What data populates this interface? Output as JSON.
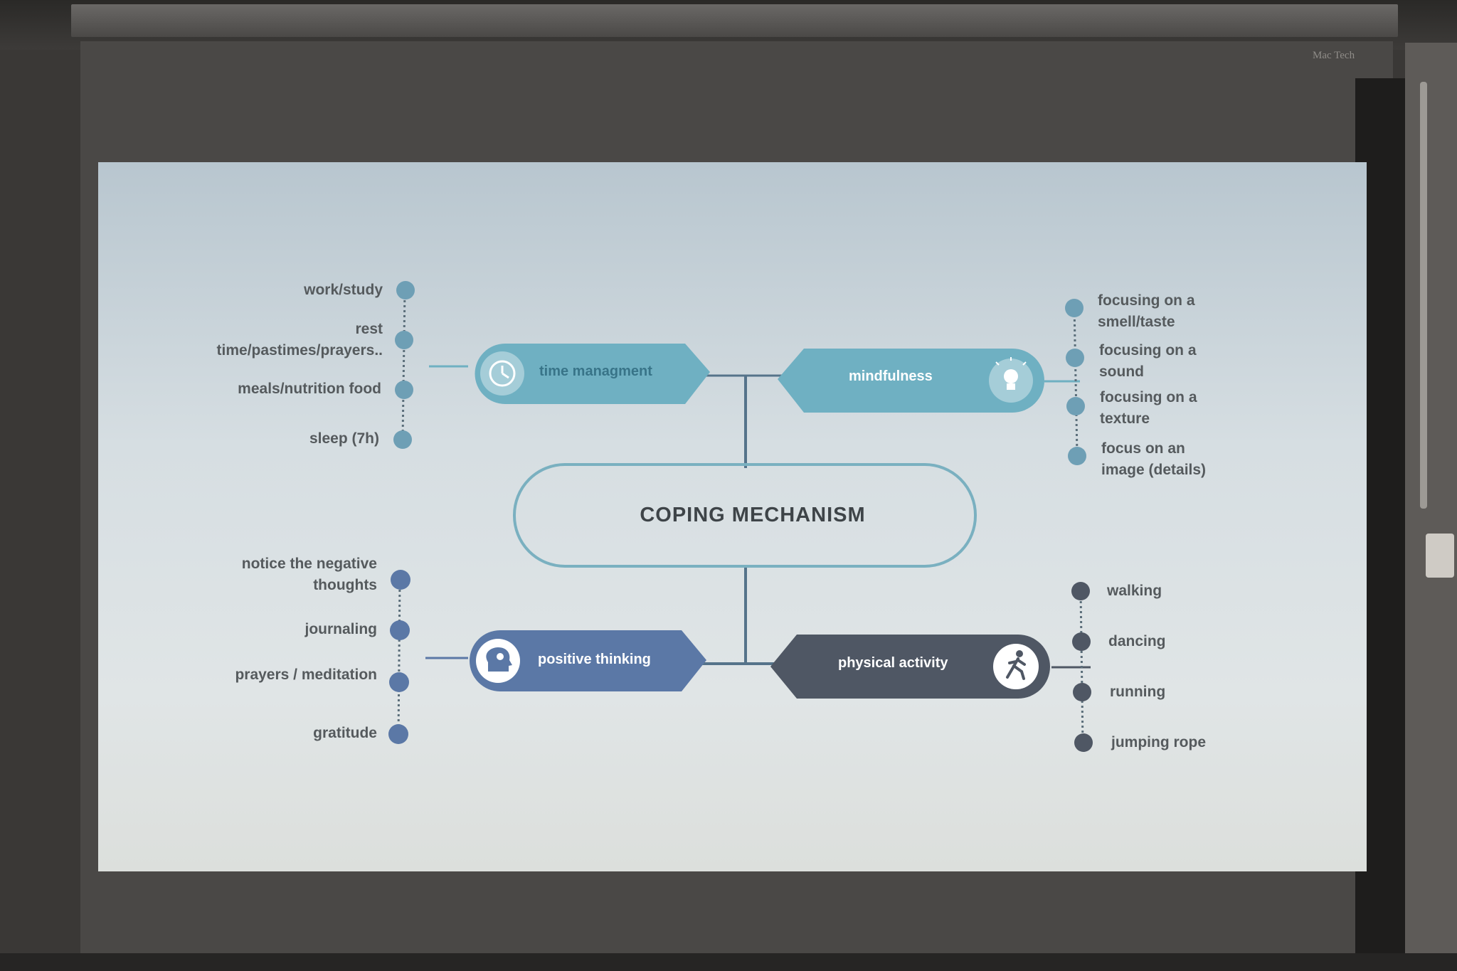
{
  "brand": "Mac Tech",
  "center": {
    "title": "COPING MECHANISM"
  },
  "branches": [
    {
      "label": "time managment",
      "icon": "clock-icon",
      "color": "#6fb0c2",
      "items": [
        "work/study",
        "rest time/pastimes/prayers..",
        "meals/nutrition food",
        "sleep (7h)"
      ]
    },
    {
      "label": "mindfulness",
      "icon": "lightbulb-icon",
      "color": "#6fb0c2",
      "items": [
        "focusing on a smell/taste",
        "focusing on a sound",
        "focusing on a texture",
        "focus on an image (details)"
      ]
    },
    {
      "label": "positive thinking",
      "icon": "head-heart-icon",
      "color": "#5b78a6",
      "items": [
        "notice the negative thoughts",
        "journaling",
        "prayers / meditation",
        "gratitude"
      ]
    },
    {
      "label": "physical activity",
      "icon": "runner-icon",
      "color": "#4f5764",
      "items": [
        "walking",
        "dancing",
        "running",
        "jumping rope"
      ]
    }
  ],
  "colors": {
    "mint": "#6fb0c2",
    "center_outline": "#7ab0c0",
    "blue": "#5b78a6",
    "slate": "#4f5764",
    "connector": "#55738a"
  }
}
